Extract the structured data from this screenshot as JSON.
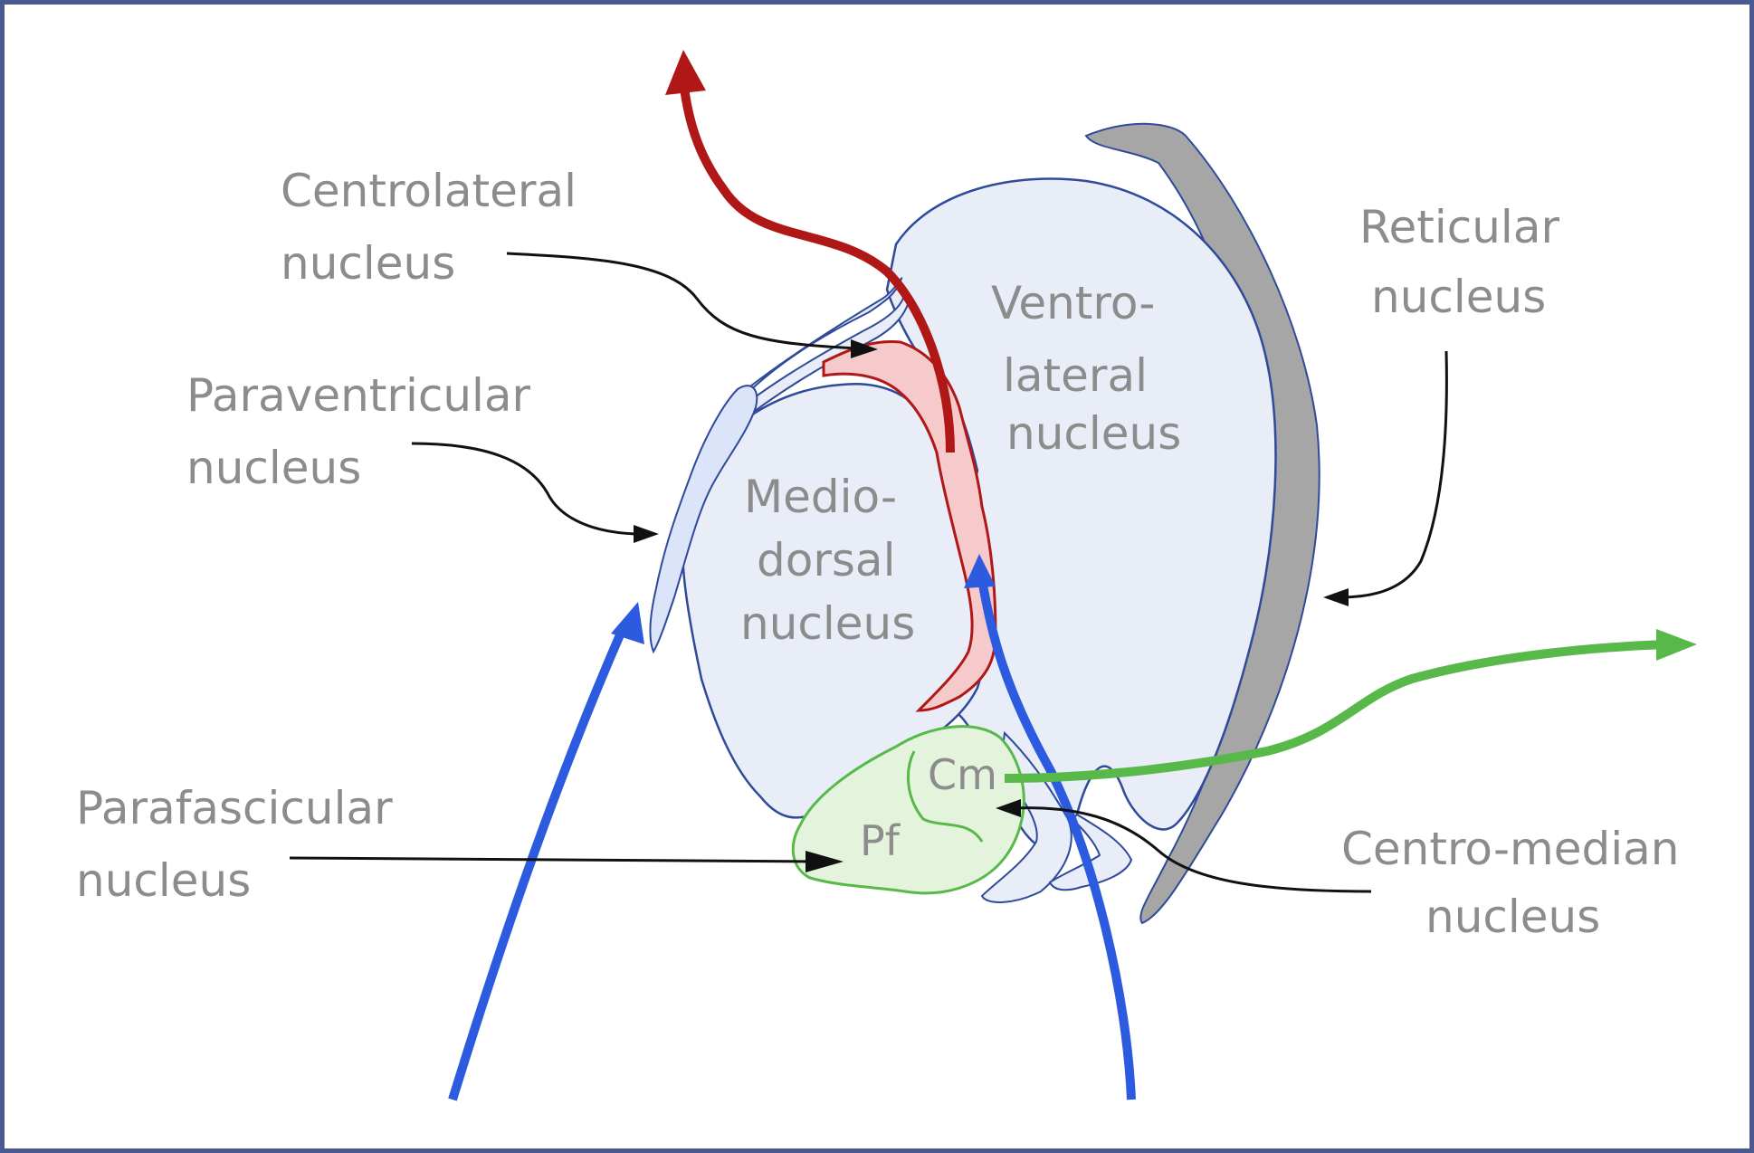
{
  "labels": {
    "centrolateral": [
      "Centrolateral",
      "nucleus"
    ],
    "paraventricular": [
      "Paraventricular",
      "nucleus"
    ],
    "parafascicular": [
      "Parafascicular",
      "nucleus"
    ],
    "reticular": [
      "Reticular",
      "nucleus"
    ],
    "centro_median": [
      "Centro-median",
      "nucleus"
    ],
    "ventrolateral": [
      "Ventro-",
      "lateral",
      "nucleus"
    ],
    "mediodorsal": [
      "Medio-",
      "dorsal",
      "nucleus"
    ],
    "cm": "Cm",
    "pf": "Pf"
  },
  "colors": {
    "frame": "#4a5a90",
    "nucleus_fill": "#e8edf8",
    "nucleus_stroke": "#2f4a9a",
    "reticular_fill": "#a6a6a6",
    "centrolateral_fill": "#f6caca",
    "centrolateral_stroke": "#b01818",
    "cm_pf_fill": "#e4f4dc",
    "cm_pf_stroke": "#58b84a",
    "red_arrow": "#b01818",
    "blue_arrow": "#2c5be0",
    "green_arrow": "#58b84a",
    "pointer": "#111111",
    "label_text": "#8c8c8c"
  }
}
